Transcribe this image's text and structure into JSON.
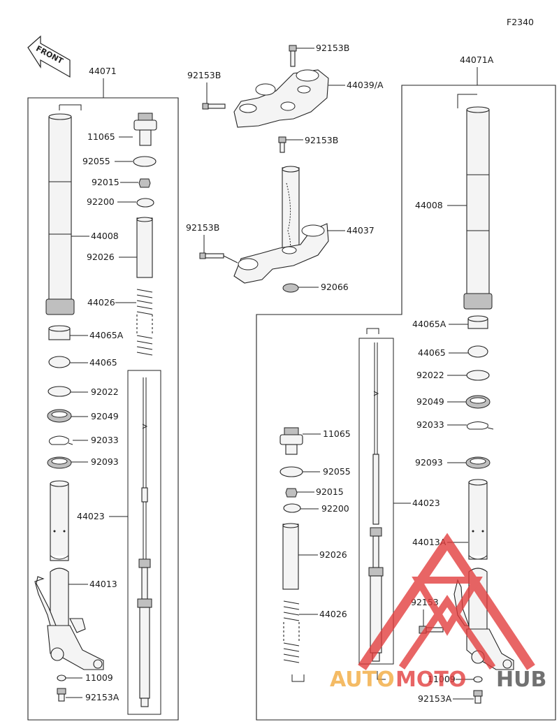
{
  "figure_id": "F2340",
  "front_label": "FRONT",
  "watermark": {
    "left": "AUTO",
    "mid": "MOTO",
    "right": "HUB"
  },
  "parts": {
    "p44071": "44071",
    "p44071A": "44071A",
    "p11065_l": "11065",
    "p92055_l": "92055",
    "p92015_l": "92015",
    "p92200_l": "92200",
    "p44008_l": "44008",
    "p92026_l": "92026",
    "p44026_l": "44026",
    "p44065A_l": "44065A",
    "p44065_l": "44065",
    "p92022_l": "92022",
    "p92049_l": "92049",
    "p92033_l": "92033",
    "p92093_l": "92093",
    "p44023_l": "44023",
    "p44013_l": "44013",
    "p11009_l": "11009",
    "p92153A_l": "92153A",
    "p92153B_1": "92153B",
    "p92153B_2": "92153B",
    "p92153B_3": "92153B",
    "p92153B_4": "92153B",
    "p44039": "44039/A",
    "p44037": "44037",
    "p92066": "92066",
    "p44008_r": "44008",
    "p44065A_r": "44065A",
    "p44065_r": "44065",
    "p92022_r": "92022",
    "p92049_r": "92049",
    "p92033_r": "92033",
    "p92093_r": "92093",
    "p44013A_r": "44013A",
    "p11065_r": "11065",
    "p92055_r": "92055",
    "p92015_r": "92015",
    "p92200_r": "92200",
    "p92026_r": "92026",
    "p44026_r": "44026",
    "p44023_r": "44023",
    "p92153_r": "92153",
    "p11009_r": "11009",
    "p92153A_r": "92153A"
  },
  "colors": {
    "watermark_red": "#e23b3b",
    "watermark_orange": "#f2a83b",
    "watermark_dark": "#4a4a4a",
    "line": "#222222"
  }
}
